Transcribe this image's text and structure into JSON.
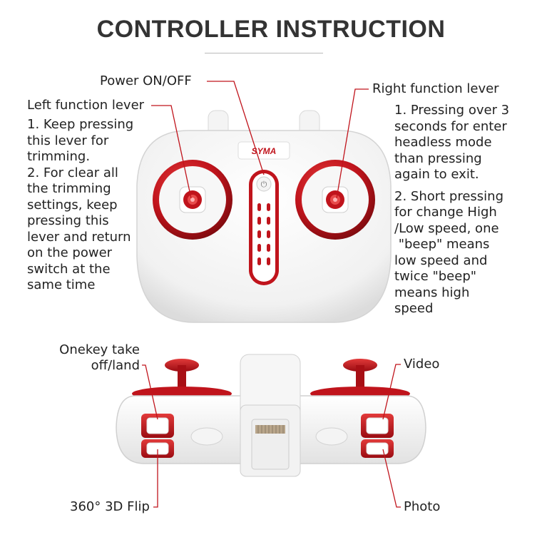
{
  "title": "CONTROLLER INSTRUCTION",
  "brand": "SYMA",
  "accent_color": "#c0141c",
  "labels": {
    "power": "Power ON/OFF",
    "left_lever": "Left function lever",
    "right_lever": "Right function lever",
    "onekey_line1": "Onekey take",
    "onekey_line2": "off/land",
    "video": "Video",
    "flip": "360° 3D Flip",
    "photo": "Photo"
  },
  "left_lever_desc": {
    "item1": [
      "1. Keep pressing",
      "this lever for",
      "trimming."
    ],
    "item2": [
      "2. For clear all",
      "the trimming",
      "settings, keep",
      "pressing this",
      "lever and return",
      "on the power",
      "switch at the",
      "same time"
    ]
  },
  "right_lever_desc": {
    "item1": [
      "1. Pressing over 3",
      "seconds for enter",
      "headless mode",
      "than pressing",
      "again to exit."
    ],
    "item2": [
      "2. Short pressing",
      "for change High",
      "/Low speed, one",
      " \"beep\" means",
      "low speed and",
      "twice \"beep\"",
      "means high",
      "speed"
    ]
  }
}
